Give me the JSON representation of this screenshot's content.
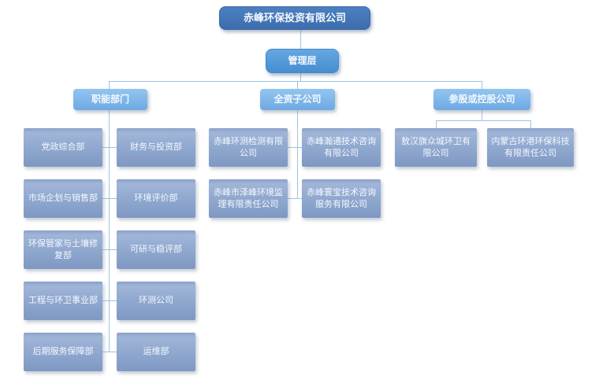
{
  "colors": {
    "root_top": "#4c80c0",
    "root_bottom": "#3d6dad",
    "l2_top": "#66a7e2",
    "l2_bottom": "#458ed1",
    "branch_top": "#93c5f0",
    "branch_bottom": "#6ea9e3",
    "leaf_top": "#a0b5d8",
    "leaf_bottom": "#7e98c3",
    "line": "#9dc3e6"
  },
  "org": {
    "root": "赤峰环保投资有限公司",
    "management": "管理层",
    "branches": [
      {
        "label": "职能部门",
        "children": [
          "党政综合部",
          "财务与投资部",
          "市场企划与销售部",
          "环境评价部",
          "环保管家与土壤修复部",
          "可研与稳评部",
          "工程与环卫事业部",
          "环测公司",
          "后期服务保障部",
          "运维部"
        ]
      },
      {
        "label": "全资子公司",
        "children": [
          "赤峰环测检测有限公司",
          "赤峰瀚通技术咨询有限公司",
          "赤峰市泽峰环境监理有限责任公司",
          "赤峰寰宝技术咨询服务有限公司"
        ]
      },
      {
        "label": "参股或控股公司",
        "children": [
          "敖汉旗众城环卫有限公司",
          "内蒙古环港环保科技有限责任公司"
        ]
      }
    ]
  }
}
